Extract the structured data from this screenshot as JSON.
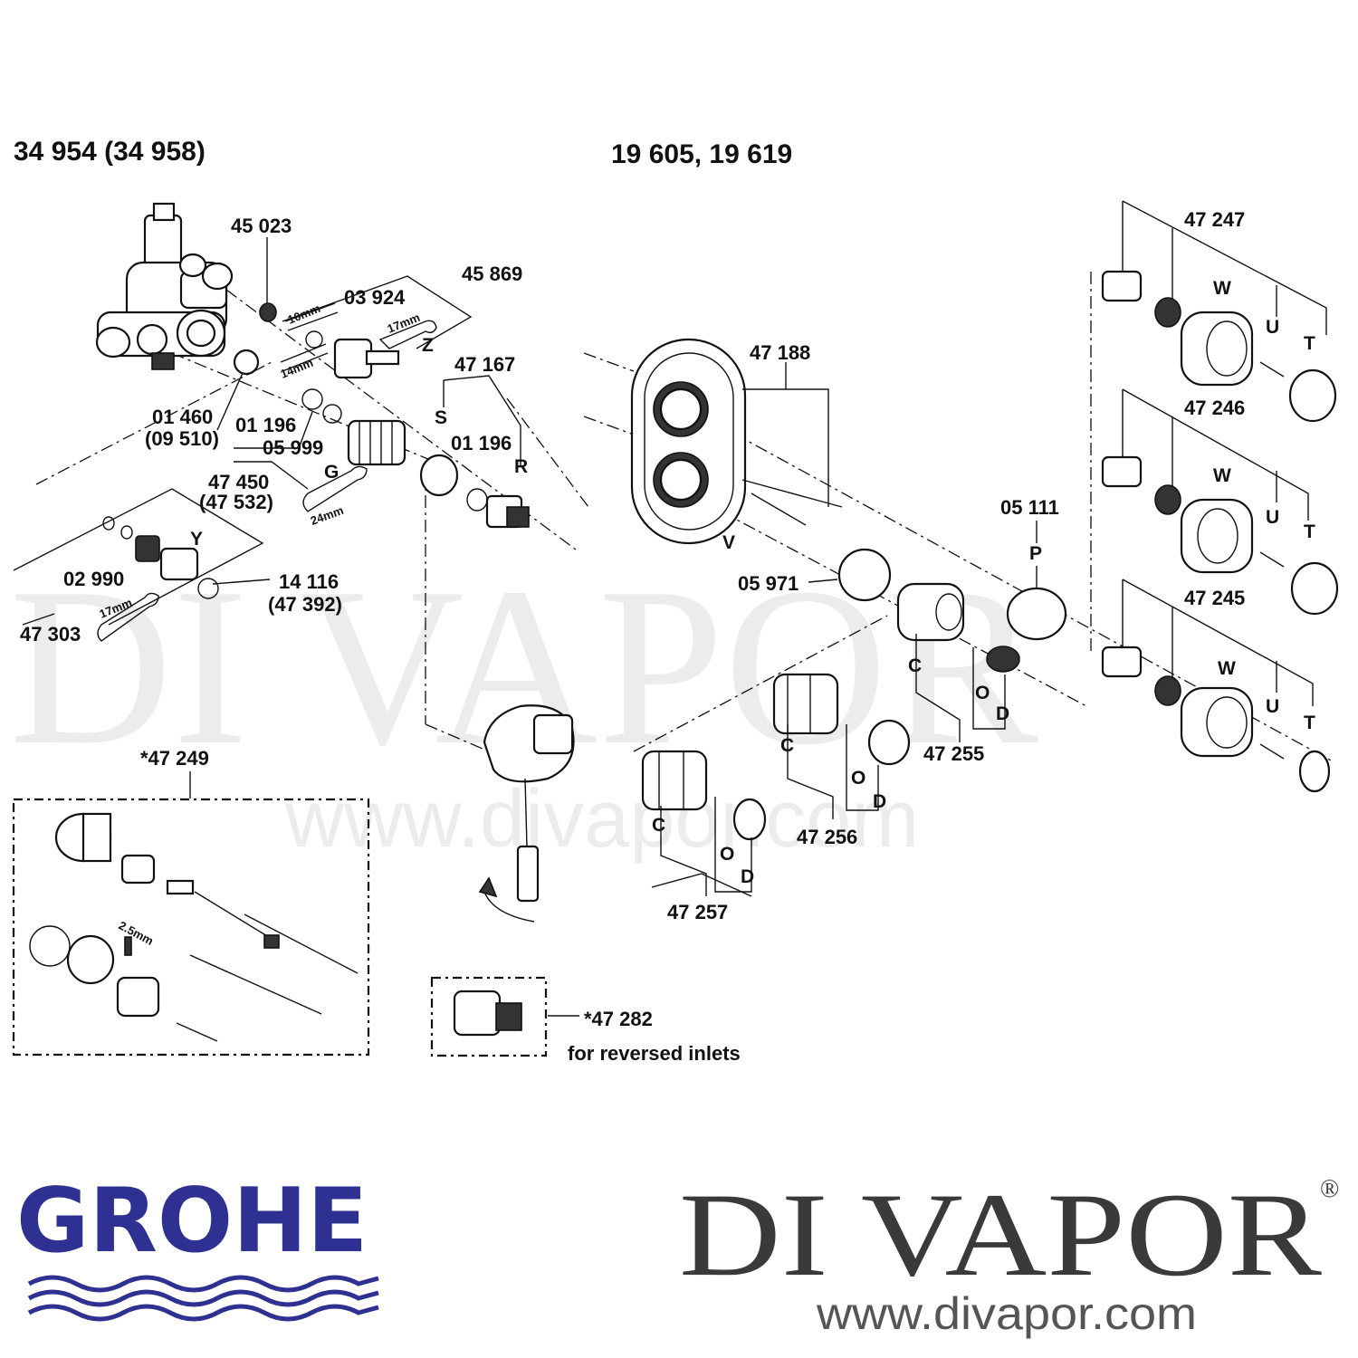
{
  "headers": {
    "left": "34 954 (34 958)",
    "right": "19 605, 19 619"
  },
  "labels": {
    "p45023": "45 023",
    "p45869": "45 869",
    "p03924": "03 924",
    "p47167": "47 167",
    "p01460": "01 460",
    "p09510": "(09 510)",
    "p01196a": "01 196",
    "p05999": "05 999",
    "p01196b": "01 196",
    "p47450": "47 450",
    "p47532": "(47 532)",
    "p02990": "02 990",
    "p14116": "14 116",
    "p47392": "(47 392)",
    "p47303": "47 303",
    "p47249": "*47 249",
    "p47282": "*47 282",
    "reversed": "for reversed inlets",
    "p47188": "47 188",
    "p05111": "05 111",
    "p05971": "05 971",
    "p47255": "47 255",
    "p47256": "47 256",
    "p47257": "47 257",
    "p47247": "47 247",
    "p47246": "47 246",
    "p47245": "47 245"
  },
  "letters": {
    "Z": "Z",
    "S": "S",
    "R": "R",
    "G": "G",
    "Y": "Y",
    "V": "V",
    "P": "P",
    "C": "C",
    "O": "O",
    "D": "D",
    "W": "W",
    "U": "U",
    "T": "T"
  },
  "tools": {
    "t10": "10mm",
    "t17a": "17mm",
    "t14": "14mm",
    "t24": "24mm",
    "t17b": "17mm",
    "t25": "2.5mm"
  },
  "watermark": {
    "name": "DI VAPOR",
    "url": "www.divapor.com"
  },
  "branding": {
    "grohe": "GROHE",
    "divapor": "DI VAPOR",
    "registered": "®",
    "url": "www.divapor.com"
  },
  "colors": {
    "grohe_blue": "#2e3192",
    "divapor_grey": "#3a3a3a"
  }
}
